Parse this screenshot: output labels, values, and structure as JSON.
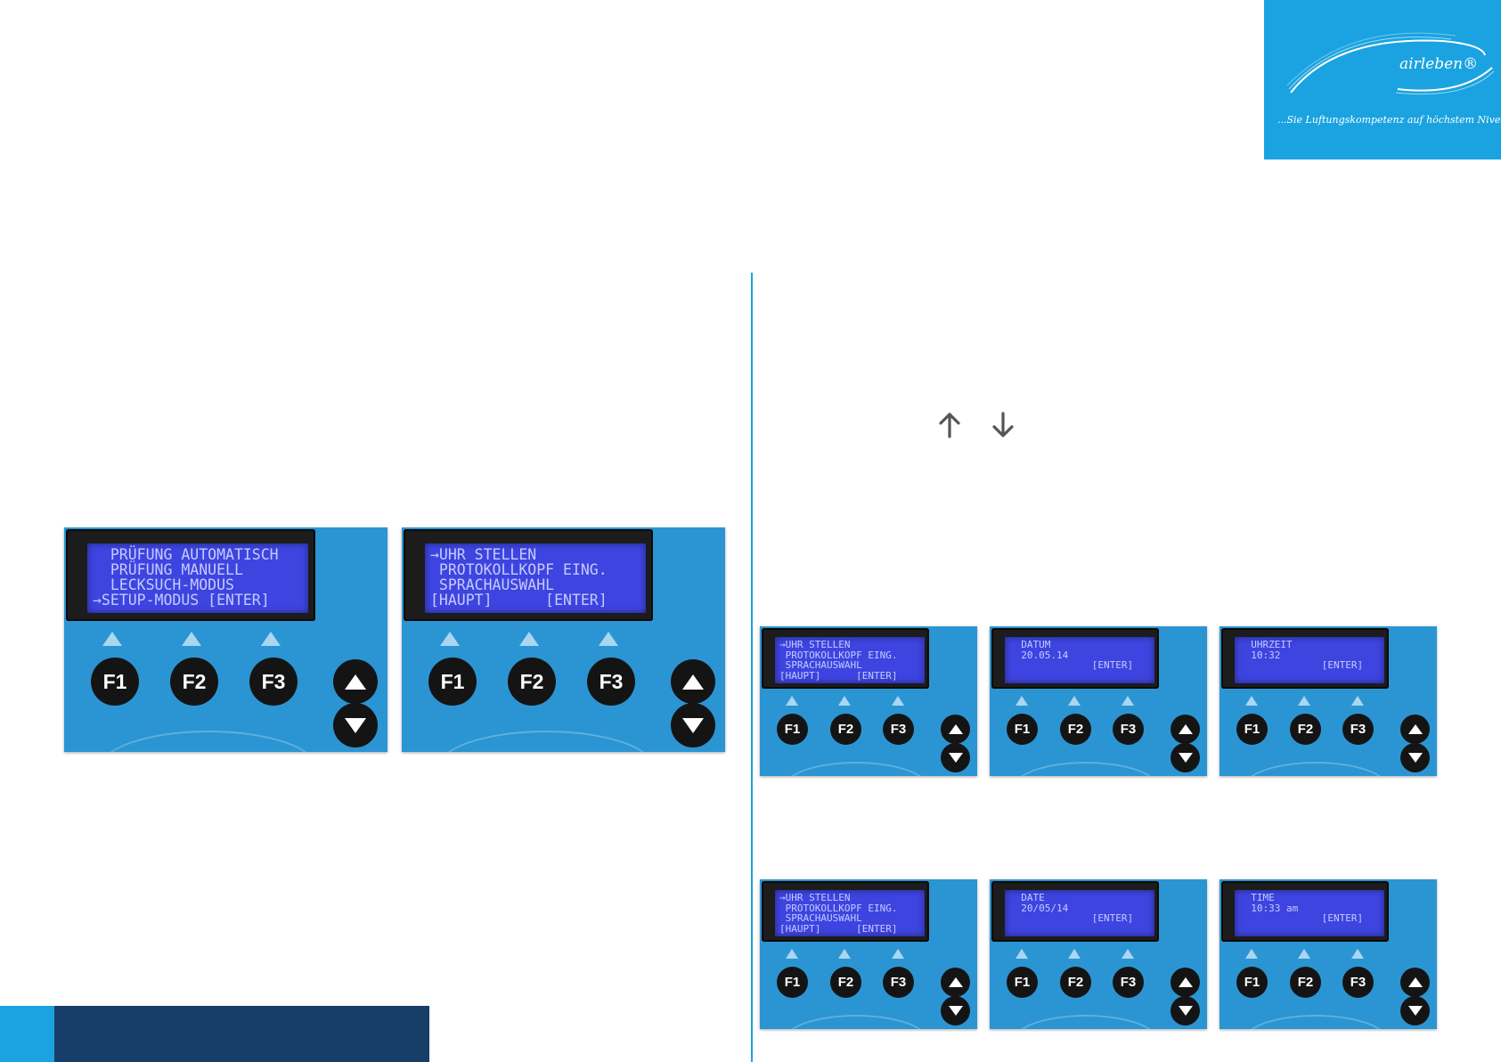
{
  "logo": {
    "brand": "airleben®",
    "tagline": "...Sie Luftungskompetenz auf höchstem Niveau",
    "color": "#1aa3e0"
  },
  "arrows": {
    "up_icon": "arrow-up-icon",
    "down_icon": "arrow-down-icon",
    "color": "#555555"
  },
  "panels": {
    "setup_menu": {
      "lines": [
        "  PRÜFUNG AUTOMATISCH",
        "  PRÜFUNG MANUELL",
        "  LECKSUCH-MODUS",
        "→SETUP-MODUS [ENTER]"
      ],
      "keys": [
        "F1",
        "F2",
        "F3"
      ]
    },
    "setup_submenu": {
      "lines": [
        "→UHR STELLEN",
        " PROTOKOLLKOPF EING.",
        " SPRACHAUSWAHL",
        "[HAUPT]      [ENTER]"
      ],
      "keys": [
        "F1",
        "F2",
        "F3"
      ]
    },
    "de_menu": {
      "lines": [
        "→UHR STELLEN",
        " PROTOKOLLKOPF EING.",
        " SPRACHAUSWAHL",
        "[HAUPT]      [ENTER]"
      ],
      "keys": [
        "F1",
        "F2",
        "F3"
      ]
    },
    "de_date": {
      "lines": [
        "  DATUM",
        "  20.05.14",
        "",
        "              [ENTER]"
      ],
      "keys": [
        "F1",
        "F2",
        "F3"
      ]
    },
    "de_time": {
      "lines": [
        "  UHRZEIT",
        "  10:32",
        "",
        "              [ENTER]"
      ],
      "keys": [
        "F1",
        "F2",
        "F3"
      ]
    },
    "en_menu": {
      "lines": [
        "→UHR STELLEN",
        " PROTOKOLLKOPF EING.",
        " SPRACHAUSWAHL",
        "[HAUPT]      [ENTER]"
      ],
      "keys": [
        "F1",
        "F2",
        "F3"
      ]
    },
    "en_date": {
      "lines": [
        "  DATE",
        "  20/05/14",
        "",
        "              [ENTER]"
      ],
      "keys": [
        "F1",
        "F2",
        "F3"
      ]
    },
    "en_time": {
      "lines": [
        "  TIME",
        "  10:33 am",
        "",
        "              [ENTER]"
      ],
      "keys": [
        "F1",
        "F2",
        "F3"
      ]
    }
  },
  "colors": {
    "accent": "#1aa3e0",
    "footer": "#173d69",
    "panel": "#2b95d3",
    "lcd": "#3e44e0"
  }
}
